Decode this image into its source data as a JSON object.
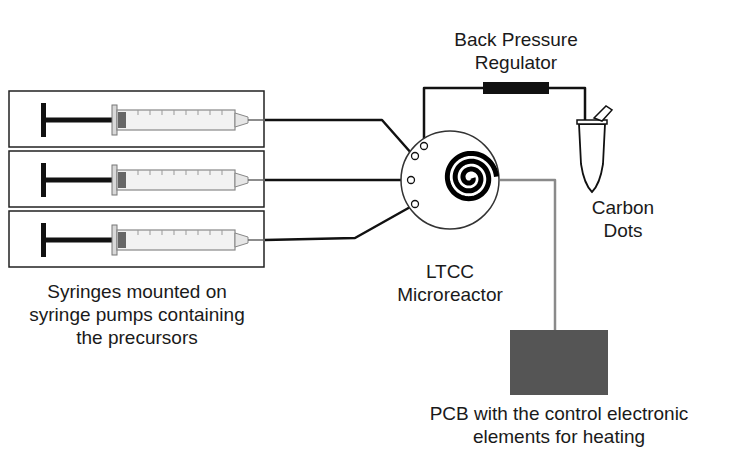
{
  "diagram": {
    "nodes": [
      {
        "text": [
          "Back Pressure Regulator"
        ]
      },
      {
        "text": [
          "Syringes mounted on syringe pumps containing the precursors"
        ]
      },
      {
        "text": [
          "LTCC Microreactor"
        ]
      },
      {
        "text": [
          "Carbon Dots"
        ]
      },
      {
        "text": [
          "PCB with the control electronic elements for heating"
        ]
      }
    ],
    "edges": [
      {
        "from": 1,
        "to": 2,
        "arrow": "none"
      },
      {
        "from": 1,
        "to": 2,
        "arrow": "none"
      },
      {
        "from": 1,
        "to": 2,
        "arrow": "none"
      },
      {
        "from": 2,
        "to": 0,
        "arrow": "none"
      },
      {
        "from": 0,
        "to": 3,
        "arrow": "none"
      },
      {
        "from": 2,
        "to": 4,
        "arrow": "none"
      }
    ]
  }
}
